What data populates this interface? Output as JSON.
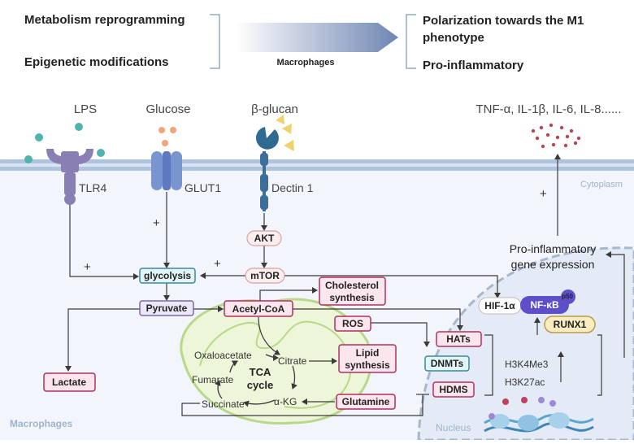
{
  "header": {
    "left_line1": "Metabolism reprogramming",
    "left_line2": "Epigenetic modifications",
    "arrow_label": "Macrophages",
    "right_line1a": "Polarization towards the M1",
    "right_line1b": "phenotype",
    "right_line2": "Pro-inflammatory"
  },
  "ligands": {
    "lps": "LPS",
    "glucose": "Glucose",
    "beta_glucan": "β-glucan",
    "cytokines": "TNF-α, IL-1β, IL-6, IL-8......"
  },
  "receptors": {
    "tlr4": "TLR4",
    "glut1": "GLUT1",
    "dectin1": "Dectin 1"
  },
  "regions": {
    "cytoplasm": "Cytoplasm",
    "macrophages": "Macrophages",
    "nucleus": "Nucleus"
  },
  "nodes": {
    "akt": "AKT",
    "mtor": "mTOR",
    "glycolysis": "glycolysis",
    "pyruvate": "Pyruvate",
    "acetyl_coa": "Acetyl-CoA",
    "cholesterol_1": "Cholesterol",
    "cholesterol_2": "synthesis",
    "ros": "ROS",
    "lipid_1": "Lipid",
    "lipid_2": "synthesis",
    "glutamine": "Glutamine",
    "lactate": "Lactate",
    "hats": "HATs",
    "dnmts": "DNMTs",
    "hdms": "HDMS",
    "hif1a": "HIF-1α",
    "nfkb": "NF-κB",
    "p50": "p50",
    "runx1": "RUNX1",
    "gene_expr_1": "Pro-inflammatory",
    "gene_expr_2": "gene expression",
    "h3k4me3": "H3K4Me3",
    "h3k27ac": "H3K27ac"
  },
  "tca": {
    "oxaloacetate": "Oxaloacetate",
    "citrate": "Citrate",
    "fumarate": "Fumarate",
    "tca_1": "TCA",
    "tca_2": "cycle",
    "succinate": "Succinate",
    "akg": "α-KG"
  },
  "signs": {
    "plus": "+"
  },
  "colors": {
    "membrane": "#b9cde4",
    "cell_bg": "#f2f6fc",
    "metabolite_border": "#b03060",
    "metabolite_fill": "#fbe6ee",
    "enzyme_border": "#3a8a9a",
    "enzyme_fill": "#e3f4f6",
    "mito_fill": "#eef6d9",
    "mito_border": "#b9d88a",
    "nfkb": "#5c4fc9",
    "runx1_fill": "#f8ecc0",
    "receptor": "#8a7fb3",
    "glut1": "#7a94d0",
    "dectin": "#3d6e9a"
  }
}
